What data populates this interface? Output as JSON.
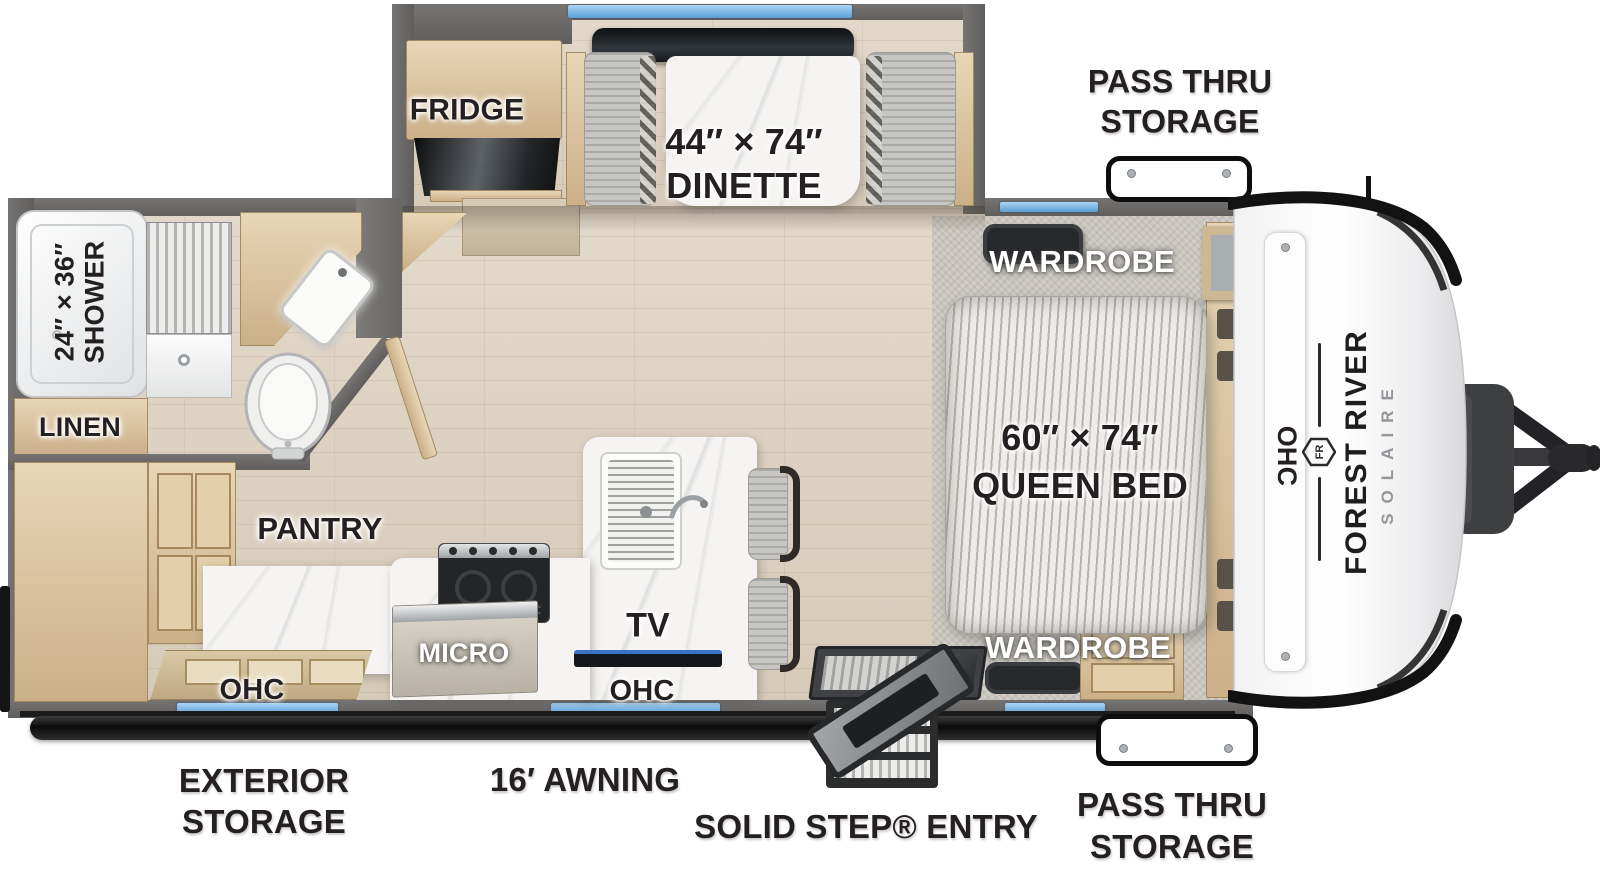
{
  "title": "Solaire travel trailer floor plan",
  "colors": {
    "wall": "#6A6866",
    "floor_wood": "#DDD3C3",
    "carpet": "#C9C5BE",
    "cabinet_tan": "#D9C5A2",
    "marble": "#F5F4F2",
    "window_blue": "#6FAEE3",
    "label_dark": "#241F21",
    "awning_black": "#141414"
  },
  "exterior": {
    "pass_thru_top": {
      "line1": "PASS THRU",
      "line2": "STORAGE"
    },
    "pass_thru_bottom": {
      "line1": "PASS THRU",
      "line2": "STORAGE"
    },
    "exterior_storage": {
      "line1": "EXTERIOR",
      "line2": "STORAGE"
    },
    "awning": "16′ AWNING",
    "solid_step": "SOLID STEP® ENTRY"
  },
  "rooms": {
    "fridge": "FRIDGE",
    "dinette_size": "44″ × 74″",
    "dinette": "DINETTE",
    "wardrobe_top": "WARDROBE",
    "wardrobe_bottom": "WARDROBE",
    "bed_size": "60″ × 74″",
    "bed": "QUEEN BED",
    "ohc_front": "OHC",
    "shower_size": "24″ × 36″",
    "shower": "SHOWER",
    "linen": "LINEN",
    "pantry": "PANTRY",
    "micro": "MICRO",
    "tv": "TV",
    "ohc_kitchen_left": "OHC",
    "ohc_kitchen_center": "OHC"
  },
  "brand": {
    "maker": "FOREST RIVER",
    "model": "SOLAIRE",
    "badge": "FR"
  }
}
